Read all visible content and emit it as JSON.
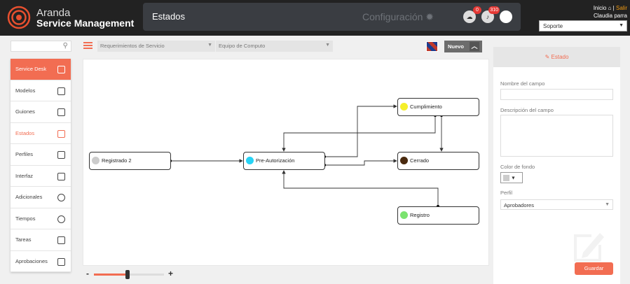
{
  "brand": {
    "line1": "Aranda",
    "line2": "Service Management"
  },
  "header": {
    "title": "Estados",
    "config": "Configuración",
    "notif_badge_1": "0",
    "notif_badge_2": "310"
  },
  "user": {
    "inicio": "Inicio",
    "salir": "Salir",
    "name": "Claudia parra",
    "support": "Soporte"
  },
  "sidebar": {
    "items": [
      {
        "label": "Service Desk"
      },
      {
        "label": "Modelos"
      },
      {
        "label": "Guiones"
      },
      {
        "label": "Estados"
      },
      {
        "label": "Perfiles"
      },
      {
        "label": "Interfaz"
      },
      {
        "label": "Adicionales"
      },
      {
        "label": "Tiempos"
      },
      {
        "label": "Tareas"
      },
      {
        "label": "Aprobaciones"
      }
    ]
  },
  "filters": {
    "requirement": "Requerimientos de Servicio",
    "equipment": "Equipo de Computo",
    "new_label": "Nuevo"
  },
  "diagram": {
    "nodes": [
      {
        "id": "registrado2",
        "label": "Registrado 2",
        "color": "#cccccc"
      },
      {
        "id": "preauth",
        "label": "Pre-Autorización",
        "color": "#27d3f5"
      },
      {
        "id": "cumplimiento",
        "label": "Cumplimiento",
        "color": "#f5ef2a"
      },
      {
        "id": "cerrado",
        "label": "Cerrado",
        "color": "#4a2a0f"
      },
      {
        "id": "registro",
        "label": "Registro",
        "color": "#7be36f"
      }
    ]
  },
  "zoom": {
    "minus": "-",
    "plus": "+",
    "level": 0.48
  },
  "panel": {
    "tab": "Estado",
    "field_name_label": "Nombre del campo",
    "field_desc_label": "Descripción del campo",
    "bg_color_label": "Color de fondo",
    "profile_label": "Perfil",
    "profile_value": "Aprobadores",
    "save_label": "Guardar"
  },
  "colors": {
    "accent": "#f26d52",
    "topbar": "#222222"
  }
}
